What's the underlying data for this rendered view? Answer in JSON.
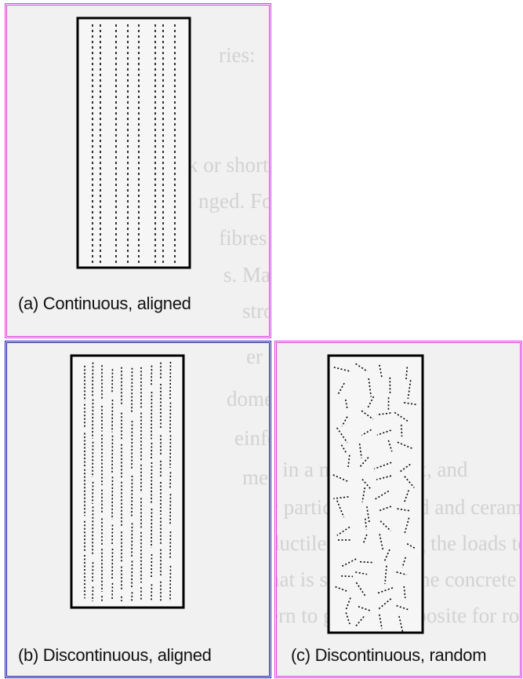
{
  "panels": {
    "a": {
      "caption": "(a) Continuous, aligned",
      "border_color": "#e040e0"
    },
    "b": {
      "caption": "(b) Discontinuous, aligned",
      "border_color": "#1a1aa8"
    },
    "c": {
      "caption": "(c) Discontinuous, random",
      "border_color": "#e040e0"
    }
  }
}
